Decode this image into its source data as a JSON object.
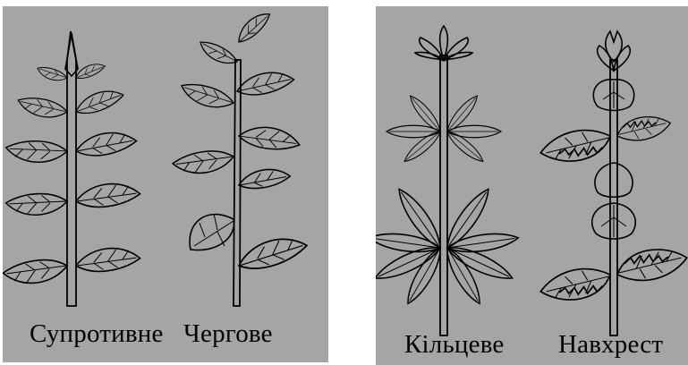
{
  "figure": {
    "panels": [
      {
        "captions": [
          "Супротивне",
          "Чергове"
        ]
      },
      {
        "captions": [
          "Кільцеве",
          "Навхрест"
        ]
      }
    ],
    "colors": {
      "panel_background": "#a5a5a5",
      "ink": "#000000"
    }
  }
}
